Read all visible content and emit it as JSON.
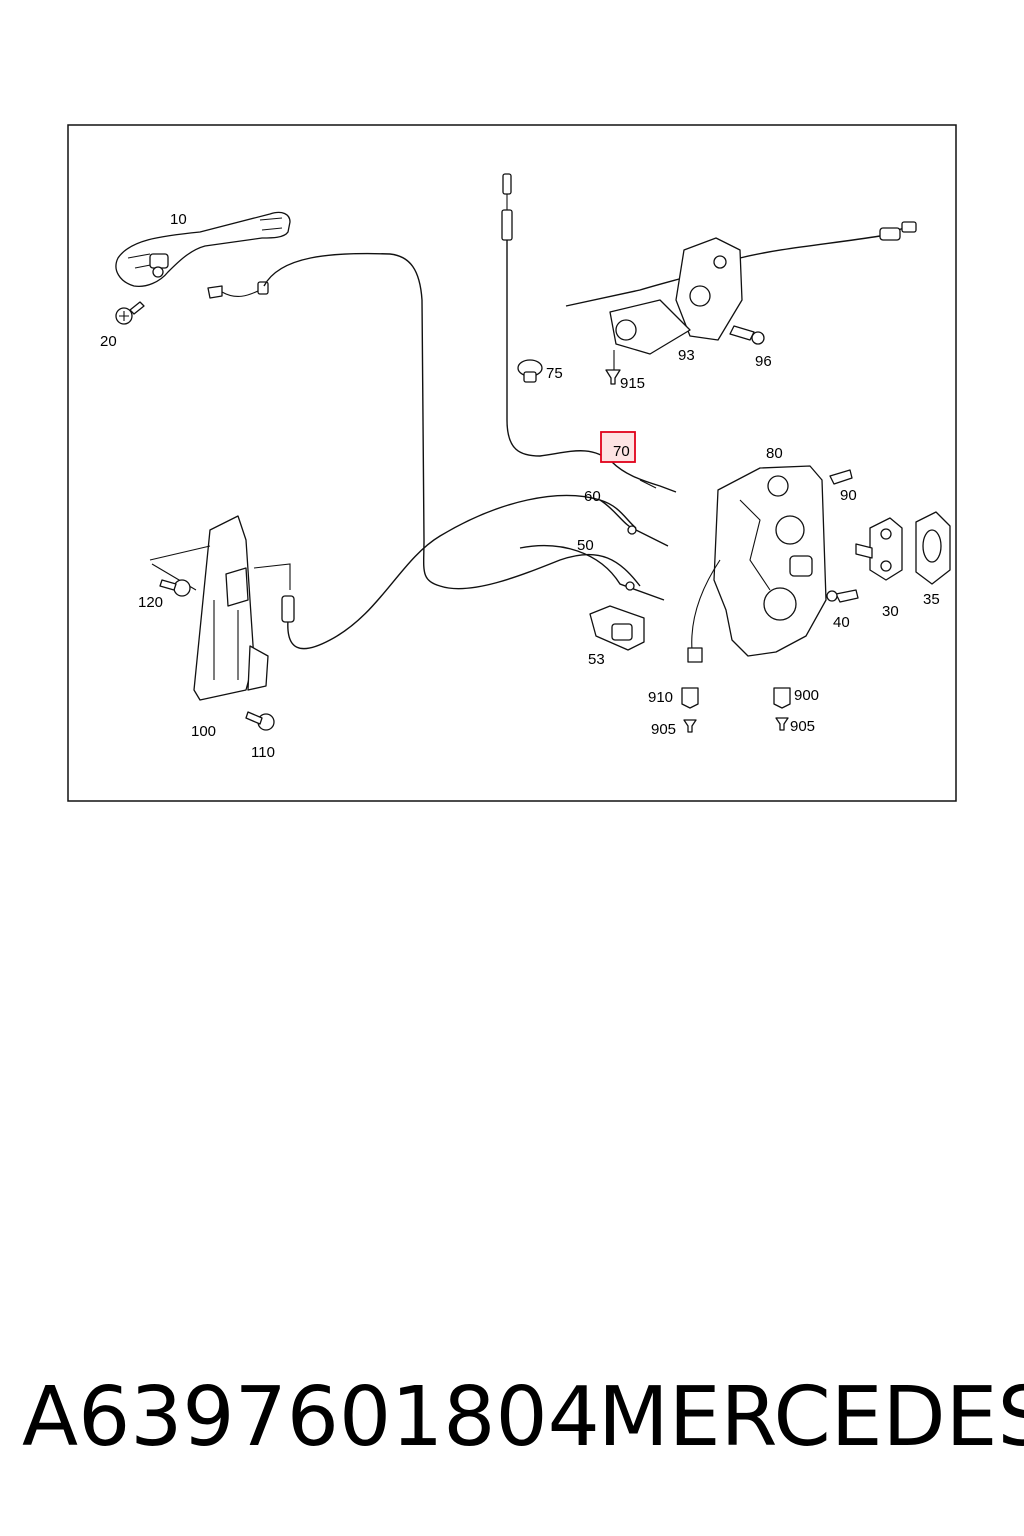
{
  "callouts": [
    {
      "id": "10",
      "label": "10"
    },
    {
      "id": "20",
      "label": "20"
    },
    {
      "id": "75",
      "label": "75"
    },
    {
      "id": "915",
      "label": "915"
    },
    {
      "id": "93",
      "label": "93"
    },
    {
      "id": "96",
      "label": "96"
    },
    {
      "id": "70",
      "label": "70",
      "highlighted": true
    },
    {
      "id": "80",
      "label": "80"
    },
    {
      "id": "90",
      "label": "90"
    },
    {
      "id": "60",
      "label": "60"
    },
    {
      "id": "50",
      "label": "50"
    },
    {
      "id": "120",
      "label": "120"
    },
    {
      "id": "30",
      "label": "30"
    },
    {
      "id": "35",
      "label": "35"
    },
    {
      "id": "40",
      "label": "40"
    },
    {
      "id": "53",
      "label": "53"
    },
    {
      "id": "910",
      "label": "910"
    },
    {
      "id": "900",
      "label": "900"
    },
    {
      "id": "905a",
      "label": "905"
    },
    {
      "id": "905b",
      "label": "905"
    },
    {
      "id": "100",
      "label": "100"
    },
    {
      "id": "110",
      "label": "110"
    }
  ],
  "highlight_color": "#e0001a",
  "footer": {
    "part_number": "A6397601804",
    "brand": "MERCEDES"
  }
}
